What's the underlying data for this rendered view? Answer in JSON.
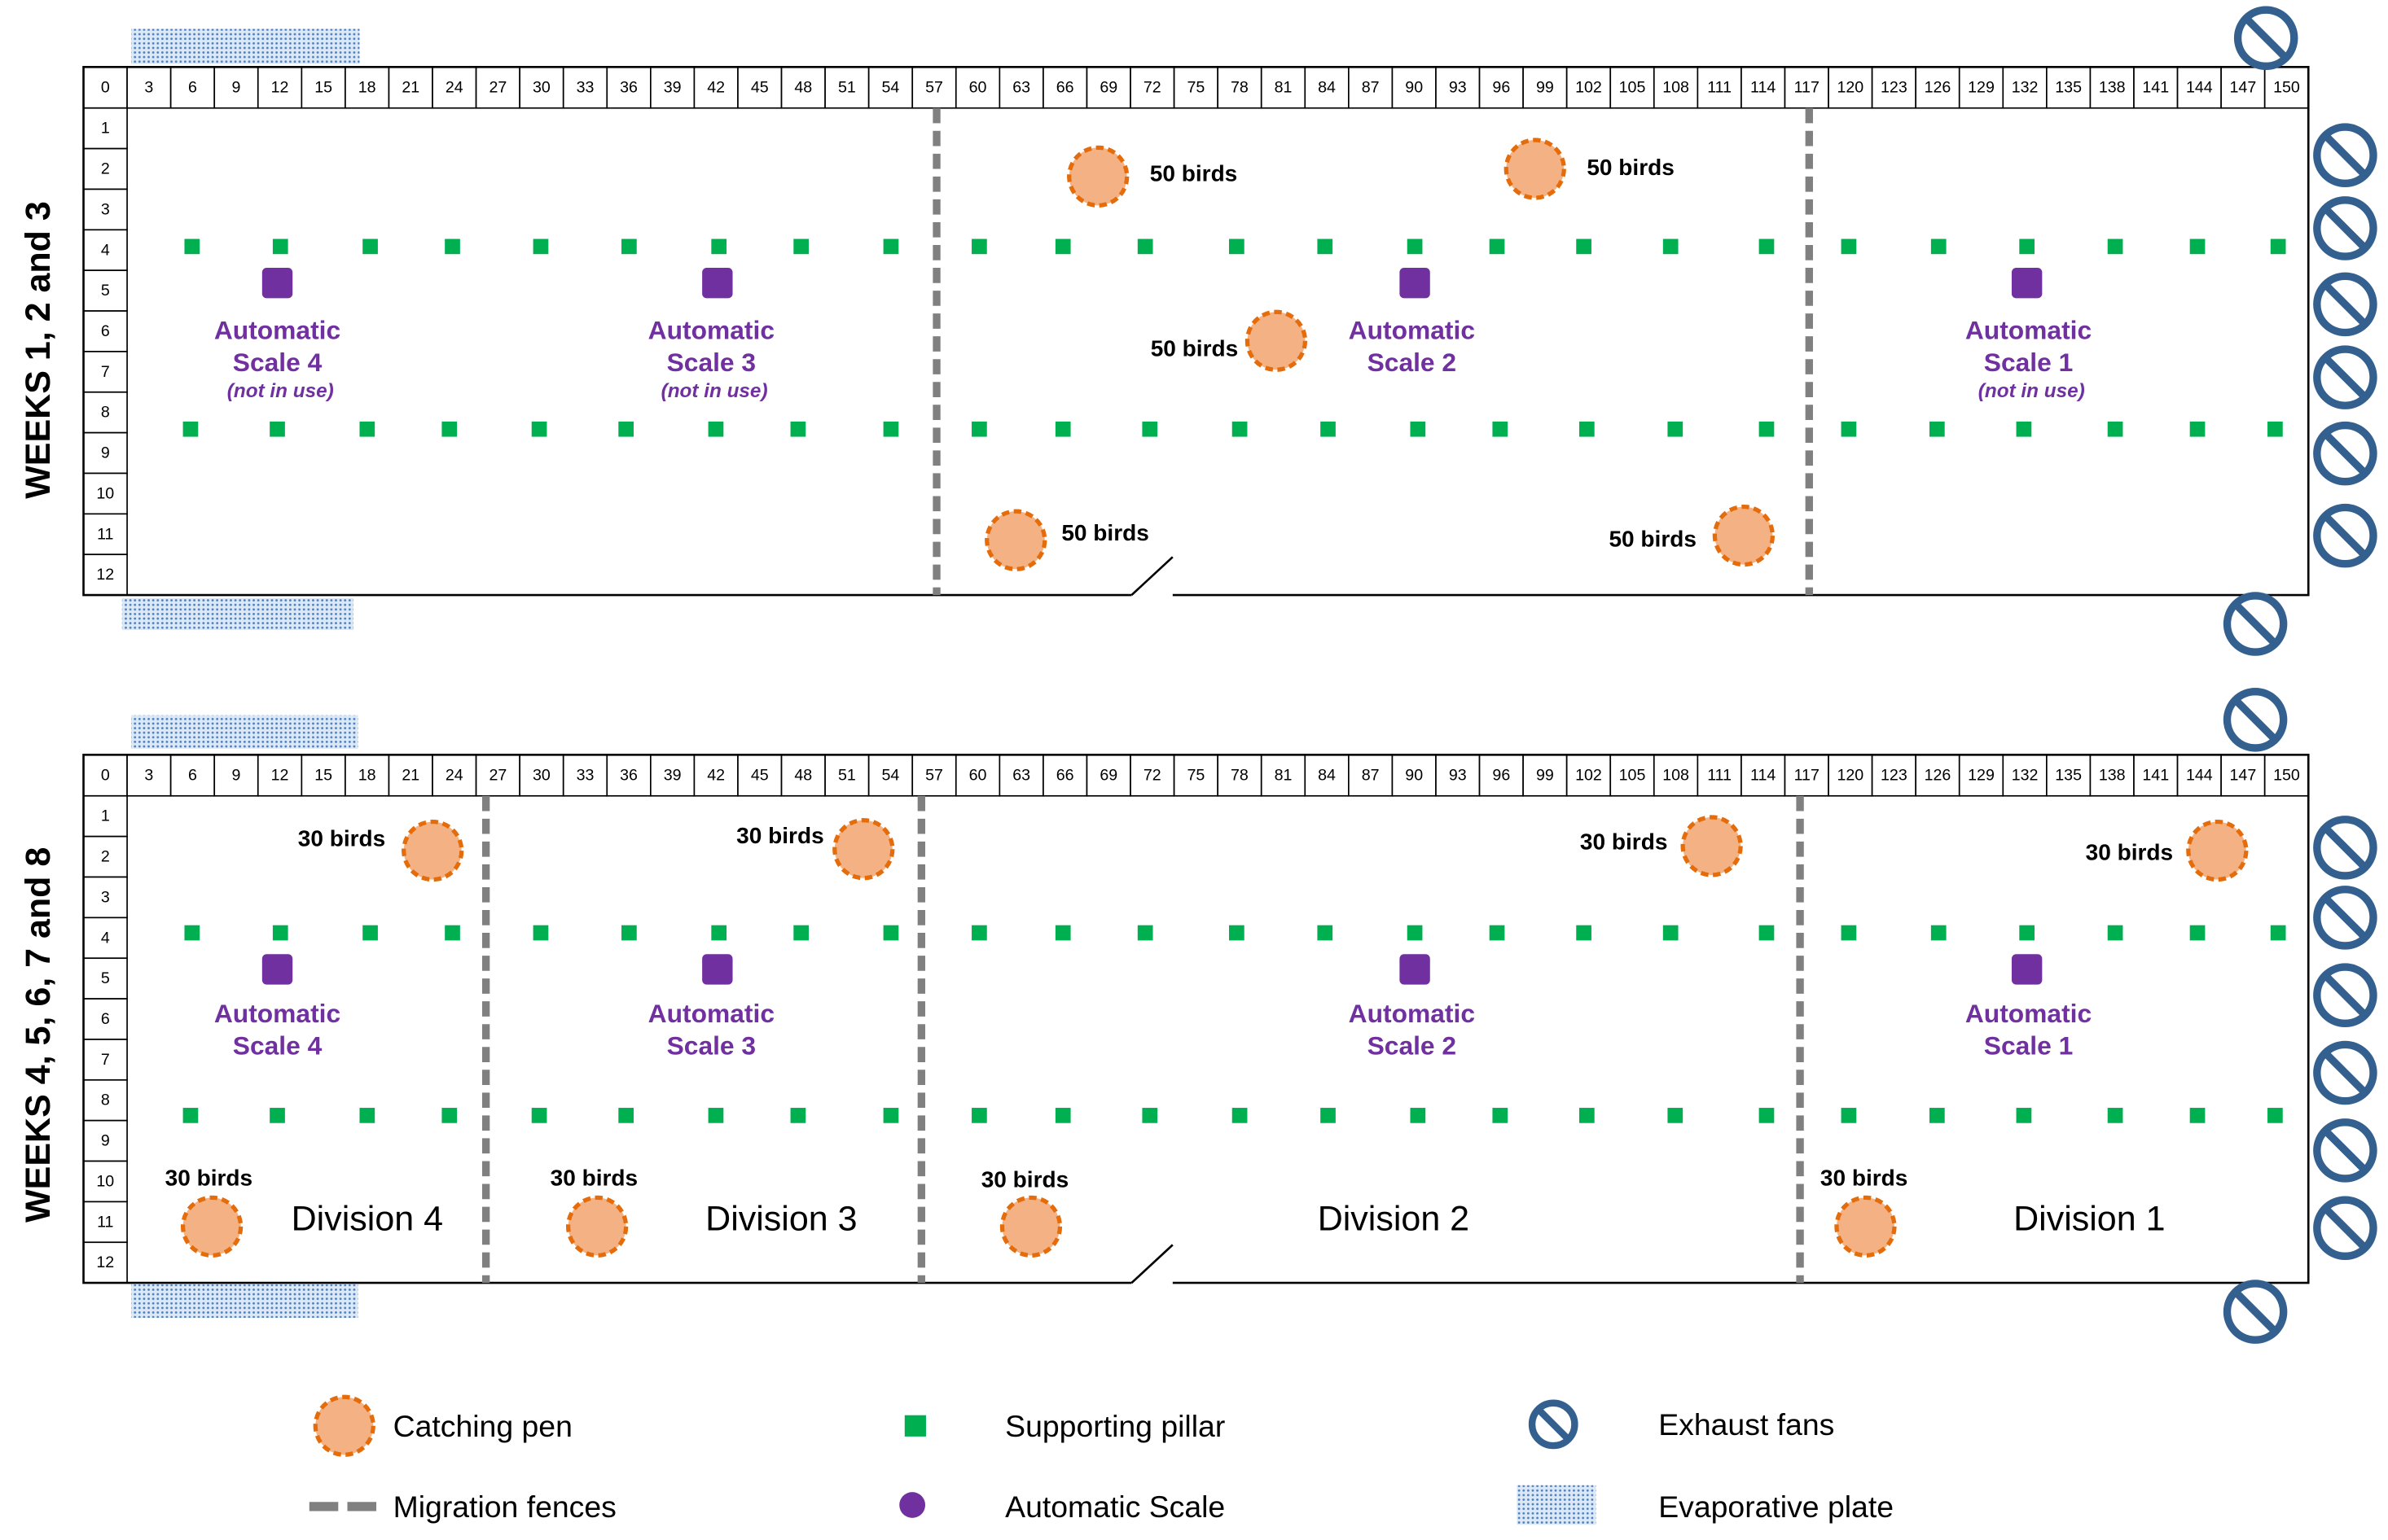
{
  "x_scale": [
    0,
    3,
    6,
    9,
    12,
    15,
    18,
    21,
    24,
    27,
    30,
    33,
    36,
    39,
    42,
    45,
    48,
    51,
    54,
    57,
    60,
    63,
    66,
    69,
    72,
    75,
    78,
    81,
    84,
    87,
    90,
    93,
    96,
    99,
    102,
    105,
    108,
    111,
    114,
    117,
    120,
    123,
    126,
    129,
    132,
    135,
    138,
    141,
    144,
    147,
    150
  ],
  "y_scale": [
    1,
    2,
    3,
    4,
    5,
    6,
    7,
    8,
    9,
    10,
    11,
    12
  ],
  "barns": [
    {
      "weeks_label": "WEEKS 1, 2 and 3",
      "scales": [
        {
          "line1": "Automatic",
          "line2": "Scale 4",
          "status": "(not in use)"
        },
        {
          "line1": "Automatic",
          "line2": "Scale 3",
          "status": "(not in use)"
        },
        {
          "line1": "Automatic",
          "line2": "Scale 2"
        },
        {
          "line1": "Automatic",
          "line2": "Scale 1",
          "status": "(not in use)"
        }
      ],
      "catching_pens": [
        "50 birds",
        "50 birds",
        "50 birds",
        "50 birds",
        "50 birds"
      ]
    },
    {
      "weeks_label": "WEEKS 4, 5, 6, 7 and 8",
      "scales": [
        {
          "line1": "Automatic",
          "line2": "Scale 4"
        },
        {
          "line1": "Automatic",
          "line2": "Scale 3"
        },
        {
          "line1": "Automatic",
          "line2": "Scale 2"
        },
        {
          "line1": "Automatic",
          "line2": "Scale 1"
        }
      ],
      "catching_pens": [
        "30 birds",
        "30 birds",
        "30 birds",
        "30 birds",
        "30 birds",
        "30 birds",
        "30 birds",
        "30 birds"
      ],
      "divisions": [
        "Division 4",
        "Division 3",
        "Division 2",
        "Division 1"
      ]
    }
  ],
  "legend": {
    "catching_pen": {
      "label": "Catching pen",
      "icon": "catching-pen-icon"
    },
    "migration_fences": {
      "label": "Migration fences",
      "icon": "migration-fence-icon"
    },
    "supporting_pillar": {
      "label": "Supporting pillar",
      "icon": "supporting-pillar-icon"
    },
    "automatic_scale": {
      "label": "Automatic Scale",
      "icon": "automatic-scale-icon"
    },
    "exhaust_fans": {
      "label": "Exhaust fans",
      "icon": "exhaust-fan-icon"
    },
    "evaporative_plate": {
      "label": "Evaporative plate",
      "icon": "evaporative-plate-icon"
    }
  },
  "colors": {
    "catching_pen_fill": "#f4b183",
    "catching_pen_border": "#e46c0a",
    "supporting_pillar": "#00b050",
    "automatic_scale": "#7030a0",
    "migration_fence": "#808080",
    "exhaust_fan": "#34608f",
    "evaporative_plate": "#dbe8f6",
    "evaporative_plate_dots": "#4f7fc0"
  }
}
